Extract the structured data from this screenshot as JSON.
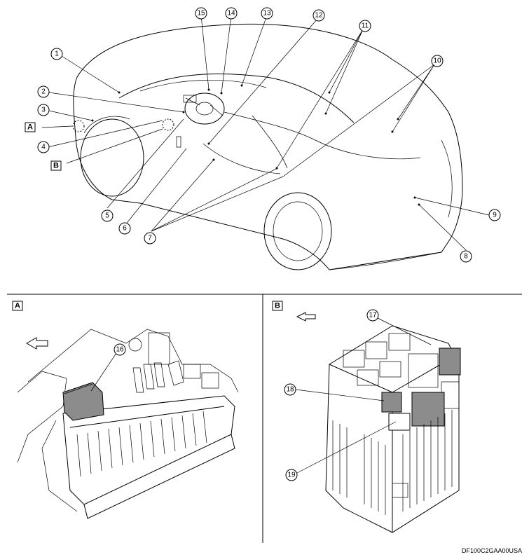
{
  "callouts": [
    "1",
    "2",
    "3",
    "4",
    "5",
    "6",
    "7",
    "8",
    "9",
    "10",
    "11",
    "12",
    "13",
    "14",
    "15",
    "16",
    "17",
    "18",
    "19"
  ],
  "boxes": {
    "a": "A",
    "b": "B"
  },
  "footer_code": "DF100C2GAA00USA"
}
